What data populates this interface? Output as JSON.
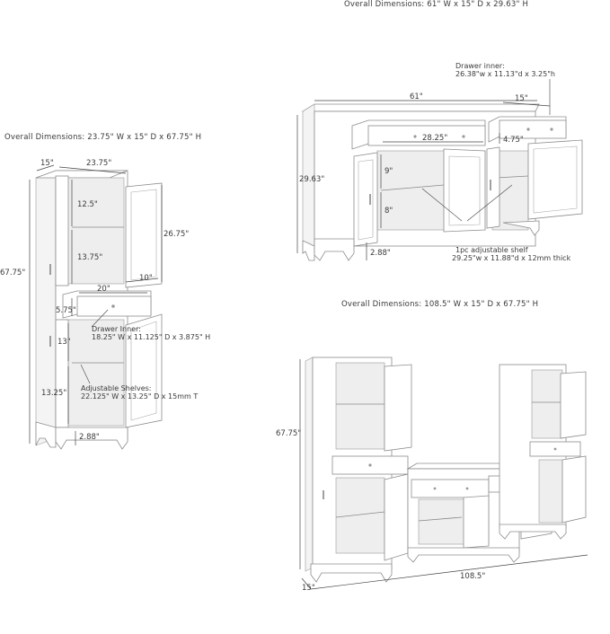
{
  "overall": {
    "sideboard": "Overall Dimensions: 61\" W x 15\" D x 29.63\" H",
    "pantry": "Overall Dimensions: 23.75\" W x 15\" D x 67.75\" H",
    "set": "Overall Dimensions: 108.5\" W x 15\" D x 67.75\" H"
  },
  "pantry": {
    "depth": "15\"",
    "width": "23.75\"",
    "height": "67.75\"",
    "upper_shelf": "12.5\"",
    "mid_shelf": "13.75\"",
    "door_height": "26.75\"",
    "door_width": "10\"",
    "drawer_width": "20\"",
    "drawer_height": "5.75\"",
    "lower_gap": "13\"",
    "lower_height": "13.25\"",
    "foot": "2.88\"",
    "drawer_inner_title": "Drawer Inner:",
    "drawer_inner_value": "18.25\" W x 11.125\" D x 3.875\" H",
    "shelves_title": "Adjustable Shelves:",
    "shelves_value": "22.125\" W x 13.25\" D x 15mm T"
  },
  "sideboard": {
    "width": "61\"",
    "right_depth": "15\"",
    "height": "29.63\"",
    "drawer_w": "28.25\"",
    "drawer_h": "4.75\"",
    "upper": "9\"",
    "lower": "8\"",
    "foot": "2.88\"",
    "drawer_inner_title": "Drawer inner:",
    "drawer_inner_value": "26.38\"w x 11.13\"d x 3.25\"h",
    "shelf_title": "1pc adjustable shelf",
    "shelf_value": "29.25\"w x 11.88\"d x 12mm thick"
  },
  "set": {
    "height": "67.75\"",
    "width": "108.5\"",
    "depth": "15\""
  }
}
